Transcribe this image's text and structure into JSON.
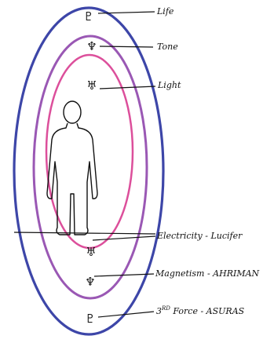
{
  "labels": {
    "life": "Life",
    "tone": "Tone",
    "light": "Light",
    "electricity": "Electricity - Lucifer",
    "magnetism": "Magnetism - AHRIMAN",
    "third_force_prefix": "3",
    "third_force_sup": "RD",
    "third_force_rest": " Force - ASURAS"
  },
  "symbols": {
    "pluto": "♇",
    "neptune": "♆",
    "uranus": "♅"
  },
  "colors": {
    "outer_ring": "#3d46a8",
    "middle_ring": "#9a58b4",
    "inner_ring": "#dc4f9b",
    "ink": "#111111"
  }
}
